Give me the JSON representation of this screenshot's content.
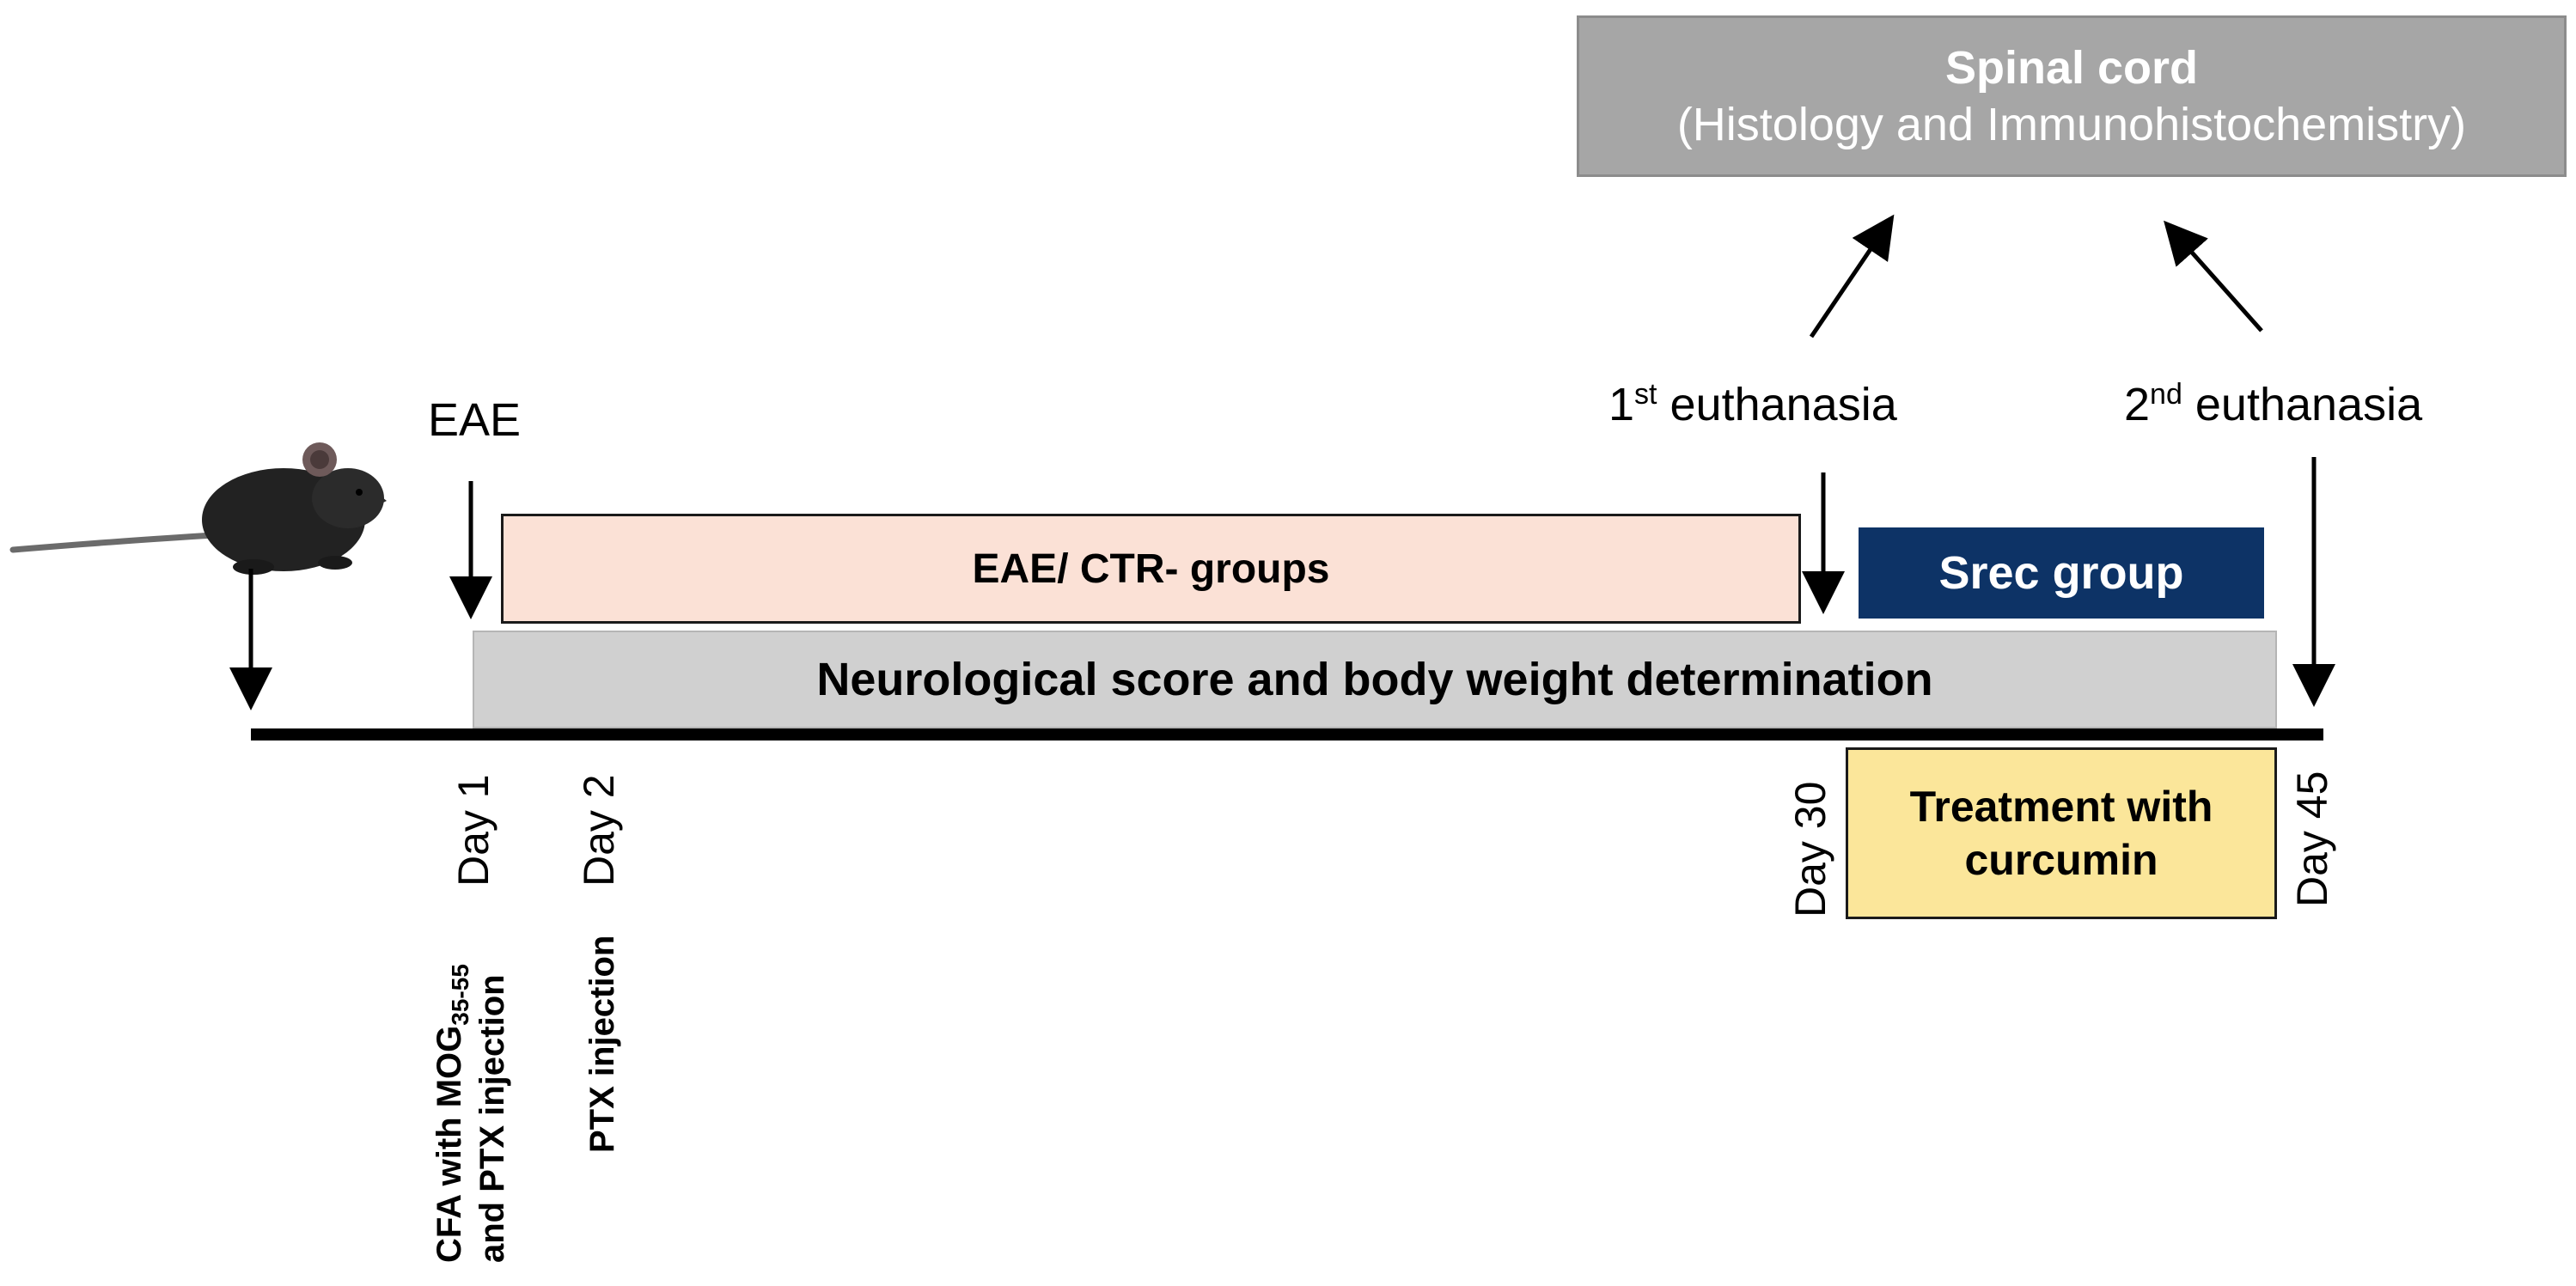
{
  "spinal_cord": {
    "title": "Spinal cord",
    "subtitle": "(Histology and Immunohistochemistry)"
  },
  "euthanasia": {
    "first": {
      "ordinal": "1",
      "suffix": "st",
      "text": " euthanasia"
    },
    "second": {
      "ordinal": "2",
      "suffix": "nd",
      "text": " euthanasia"
    }
  },
  "eae_label": "EAE",
  "groups": {
    "eae_ctr": "EAE/ CTR- groups",
    "srec": "Srec group"
  },
  "neuro_bar": "Neurological score and body weight determination",
  "treatment": {
    "line1": "Treatment with",
    "line2": "curcumin"
  },
  "days": {
    "day1": "Day 1",
    "day2": "Day 2",
    "day30": "Day 30",
    "day45": "Day 45"
  },
  "injections": {
    "cfa_line1_pre": "CFA with MOG",
    "cfa_line1_sub": "35-55",
    "cfa_line2": "and PTX injection",
    "ptx": "PTX injection"
  },
  "colors": {
    "spinal_box": "#a6a6a6",
    "eae_box": "#fbe1d6",
    "srec_box": "#0d3366",
    "neuro_bar": "#d0d0d0",
    "treatment_box": "#fbe69a",
    "timeline": "#000000"
  },
  "icons": {
    "mouse": "mouse-icon"
  }
}
